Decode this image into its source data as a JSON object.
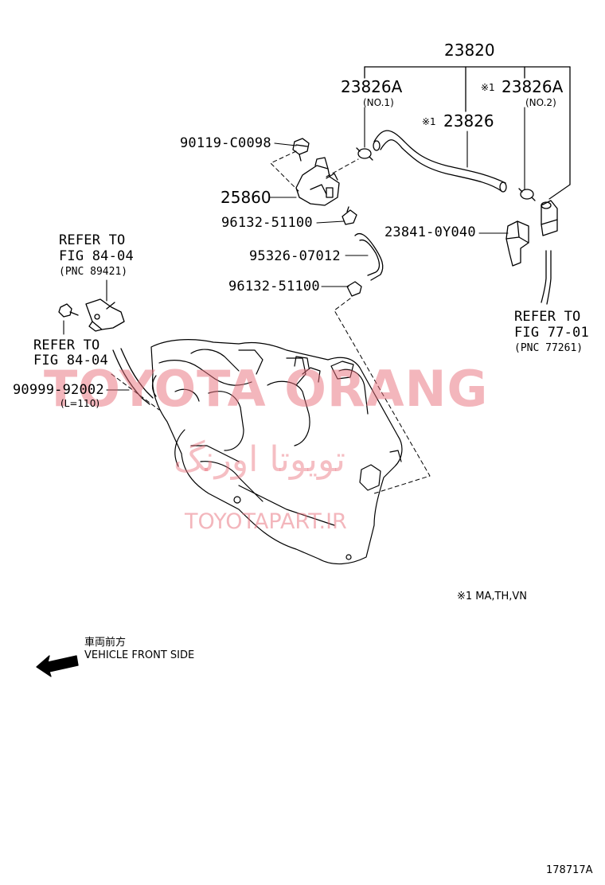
{
  "labels": {
    "assembly": "23820",
    "hose_no1": {
      "code": "23826A",
      "sub": "(NO.1)"
    },
    "hose_main": {
      "mark": "※1",
      "code": "23826"
    },
    "hose_no2": {
      "mark": "※1",
      "code": "23826A",
      "sub": "(NO.2)"
    },
    "bolt": "90119-C0098",
    "vsv": "25860",
    "clip_upper": "96132-51100",
    "hose_short": "95326-07012",
    "clip_lower": "96132-51100",
    "bracket": "23841-0Y040",
    "refer_8404_a": {
      "line1": "REFER TO",
      "line2": "FIG 84-04",
      "line3": "(PNC 89421)"
    },
    "refer_8404_b": {
      "line1": "REFER TO",
      "line2": "FIG 84-04"
    },
    "refer_7701": {
      "line1": "REFER TO",
      "line2": "FIG 77-01",
      "line3": "(PNC 77261)"
    },
    "hose_vac": {
      "code": "90999-92002",
      "sub": "(L=110)"
    }
  },
  "footnote": "※1 MA,TH,VN",
  "direction": {
    "jp": "車両前方",
    "en": "VEHICLE FRONT SIDE"
  },
  "figure_id": "178717A",
  "watermark": {
    "main": "TOYOTA ORANG",
    "persian": "تویوتا اورنگ",
    "url": "TOYOTAPART.IR"
  }
}
